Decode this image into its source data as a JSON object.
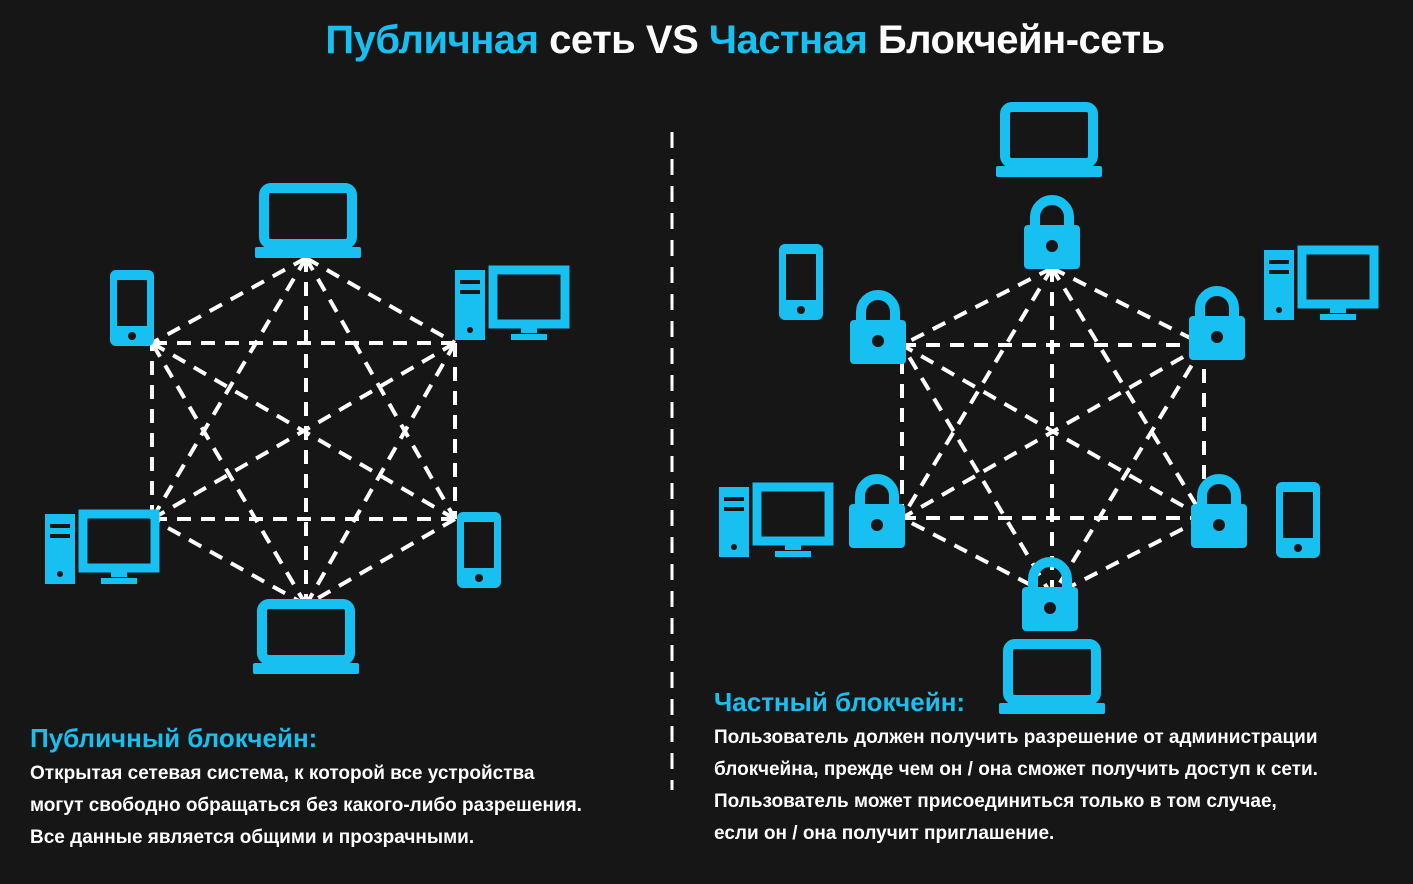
{
  "title": {
    "part1": "Публичная",
    "part2": " сеть VS ",
    "part3": "Частная",
    "part4": " Блокчейн-сеть"
  },
  "colors": {
    "accent": "#17c0f0",
    "background": "#161616",
    "text": "#ffffff",
    "lines": "#ffffff"
  },
  "public": {
    "heading": "Публичный блокчейн:",
    "lines": [
      "Открытая сетевая система, к которой все устройства",
      "могут свободно обращаться без какого-либо разрешения.",
      "Все данные является общими и прозрачными."
    ],
    "nodes": [
      "laptop-icon",
      "desktop-icon",
      "phone-icon",
      "laptop-icon",
      "desktop-icon",
      "phone-icon"
    ]
  },
  "private": {
    "heading": "Частный блокчейн:",
    "lines": [
      "Пользователь должен получить разрешение от администрации",
      "блокчейна, прежде чем он / она сможет получить доступ к сети.",
      "Пользователь может присоединиться только в том случае,",
      "если он / она получит приглашение."
    ],
    "locks": [
      "lock-icon",
      "lock-icon",
      "lock-icon",
      "lock-icon",
      "lock-icon",
      "lock-icon"
    ],
    "devices": [
      "laptop-icon",
      "desktop-icon",
      "phone-icon",
      "laptop-icon",
      "desktop-icon",
      "phone-icon"
    ]
  }
}
